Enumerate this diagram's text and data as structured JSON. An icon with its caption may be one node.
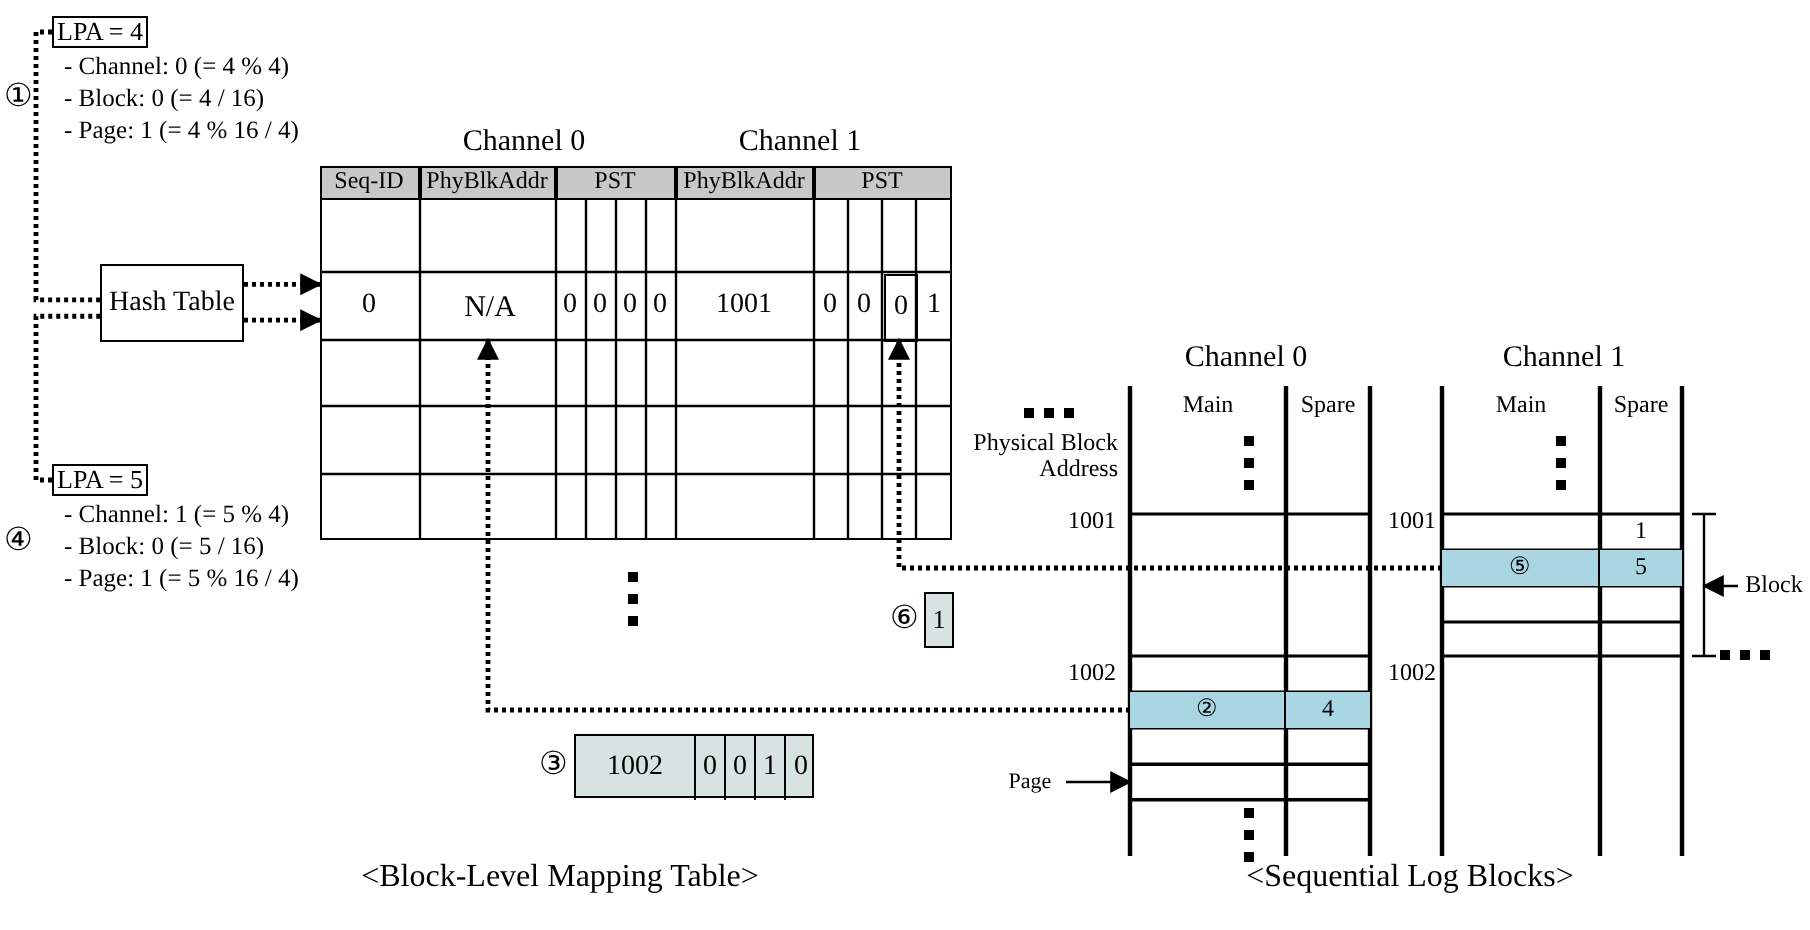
{
  "diagram": {
    "nodes": [
      {
        "text": [
          "LPA = 4"
        ],
        "beside": [
          "①",
          "- Channel: 0 (= 4 % 4)",
          "- Block: 0 (= 4 / 16)",
          "- Page: 1 (= 4 % 16 / 4)"
        ]
      },
      {
        "text": [
          "Hash Table"
        ]
      },
      {
        "text": [],
        "shape": "box"
      },
      {
        "text": [
          "N/A"
        ],
        "in": 2
      },
      {
        "text": [
          "0"
        ],
        "in": 2
      },
      {
        "text": [
          "LPA = 5"
        ],
        "beside": [
          "④",
          "- Channel: 1 (= 5 % 4)",
          "- Block: 0 (= 5 / 16)",
          "- Page: 1 (= 5 % 16 / 4)"
        ]
      },
      {
        "text": [
          "1"
        ],
        "beside": [
          "⑥"
        ]
      },
      {
        "text": [
          "⑤",
          "5"
        ]
      },
      {
        "text": [
          "②",
          "4"
        ]
      },
      {
        "text": [
          "1002",
          "0",
          "0",
          "1",
          "0"
        ],
        "beside": [
          "③"
        ]
      },
      {
        "text": [
          "Page"
        ]
      },
      {
        "text": [],
        "shape": "box"
      },
      {
        "text": [
          "Block"
        ]
      }
    ],
    "edges": [
      {
        "from": 0,
        "to": 1,
        "arrow": "none",
        "style": "dashed"
      },
      {
        "from": 5,
        "to": 1,
        "arrow": "none",
        "style": "dashed"
      },
      {
        "from": 1,
        "to": 2,
        "arrow": "to",
        "style": "dashed"
      },
      {
        "from": 1,
        "to": 2,
        "arrow": "to",
        "style": "dashed"
      },
      {
        "from": 7,
        "to": 4,
        "arrow": "to",
        "style": "dashed"
      },
      {
        "from": 8,
        "to": 3,
        "arrow": "to",
        "style": "dashed"
      },
      {
        "from": 10,
        "to": 11,
        "arrow": "to"
      },
      {
        "from": 12,
        "to": null,
        "arrow": "to"
      }
    ],
    "labels": [
      "Channel 0",
      "Channel 1",
      "Seq-ID",
      "PhyBlkAddr",
      "PST",
      "PhyBlkAddr",
      "PST",
      "0",
      "0",
      "0",
      "0",
      "0",
      "1001",
      "0",
      "0",
      "1",
      "Channel 0",
      "Channel 1",
      "Main",
      "Spare",
      "Main",
      "Spare",
      "Physical Block Address",
      "1001",
      "1001",
      "1",
      "1002",
      "1002",
      "<Block-Level Mapping Table>",
      "<Sequential Log Blocks>"
    ]
  }
}
